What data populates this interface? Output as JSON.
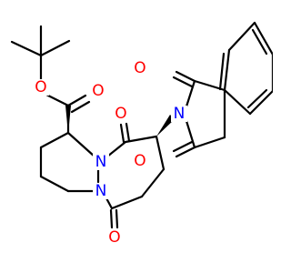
{
  "colors": {
    "bond": "#000000",
    "oxygen": "#ff0000",
    "nitrogen": "#0000ff",
    "background": "#ffffff"
  },
  "atoms": [
    {
      "id": "o-ester-carbonyl",
      "element": "O"
    },
    {
      "id": "o-ester-single",
      "element": "O"
    },
    {
      "id": "o-ring-carbonyl-top",
      "element": "O"
    },
    {
      "id": "o-ring-carbonyl-bottom",
      "element": "O"
    },
    {
      "id": "o-phthalimide-top",
      "element": "O"
    },
    {
      "id": "o-phthalimide-bottom",
      "element": "O"
    },
    {
      "id": "n-phthalimide",
      "element": "N"
    },
    {
      "id": "n-ring-upper",
      "element": "N"
    },
    {
      "id": "n-ring-lower",
      "element": "N"
    }
  ]
}
